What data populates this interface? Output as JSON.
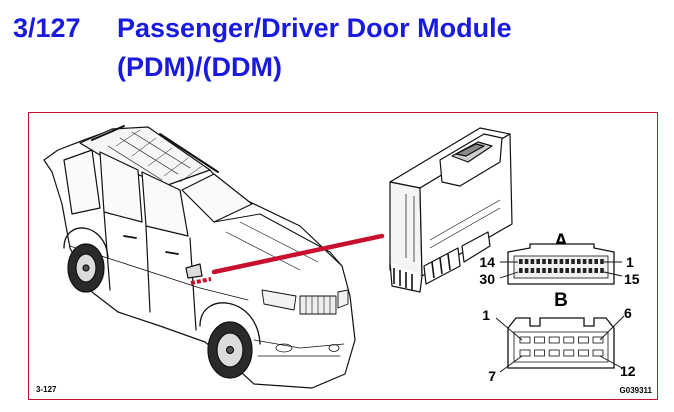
{
  "header": {
    "figure_number": "3/127",
    "title_line1": "Passenger/Driver Door Module",
    "title_line2": "(PDM)/(DDM)"
  },
  "diagram": {
    "figure_ref": "3-127",
    "image_code": "G039311",
    "connector_a": {
      "label": "A",
      "pin_top_left": "14",
      "pin_top_right": "1",
      "pin_bottom_left": "30",
      "pin_bottom_right": "15"
    },
    "connector_b": {
      "label": "B",
      "pin_top_left": "1",
      "pin_top_right": "6",
      "pin_bottom_left": "7",
      "pin_bottom_right": "12"
    },
    "colors": {
      "title": "#1a1adf",
      "frame": "#c8102e",
      "pointer": "#c8102e"
    }
  }
}
